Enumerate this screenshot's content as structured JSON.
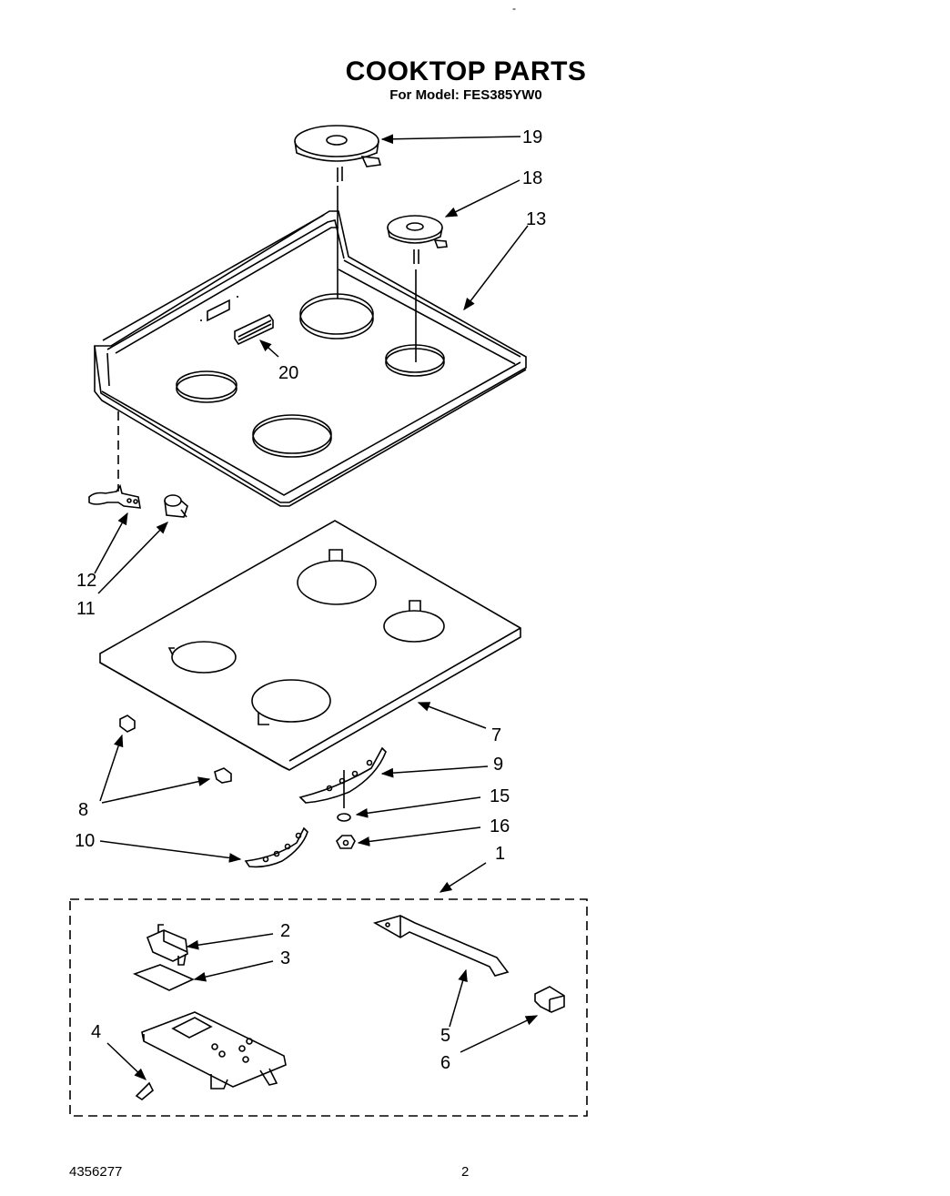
{
  "header": {
    "title": "COOKTOP PARTS",
    "model_line": "For Model: FES385YW0"
  },
  "footer": {
    "doc_number": "4356277",
    "page_number": "2",
    "top_mark": "-"
  },
  "callouts": [
    "19",
    "18",
    "13",
    "20",
    "12",
    "11",
    "7",
    "9",
    "15",
    "16",
    "8",
    "10",
    "1",
    "2",
    "3",
    "4",
    "5",
    "6"
  ]
}
